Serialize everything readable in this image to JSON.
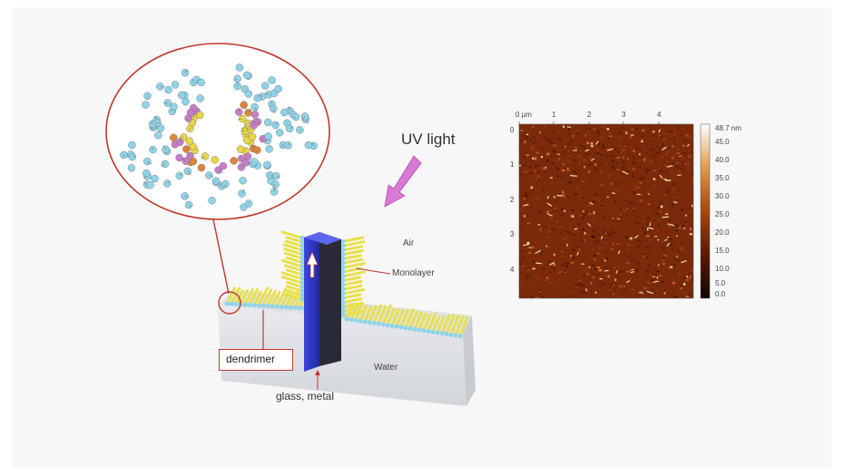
{
  "labels": {
    "uv_light": "UV light",
    "air": "Air",
    "monolayer": "Monolayer",
    "water": "Water",
    "dendrimer": "dendrimer",
    "substrate": "glass, metal"
  },
  "afm": {
    "x_ticks": [
      "0 µm",
      "1",
      "2",
      "3",
      "4"
    ],
    "y_ticks": [
      "0",
      "1",
      "2",
      "3",
      "4"
    ],
    "colorbar_ticks": [
      "48.7 nm",
      "45.0",
      "40.0",
      "35.0",
      "30.0",
      "25.0",
      "20.0",
      "15.0",
      "10.0",
      "5.0",
      "0.0"
    ]
  },
  "colors": {
    "accent_red": "#c0392b",
    "arrow_pink": "#d97ad6",
    "dendrimer_blue": "#8fd3e8",
    "monolayer_yellow": "#e8e04a",
    "substrate_blue": "#2f3fd6",
    "afm_base": "#7a2a0a"
  },
  "icons": [
    "uv-arrow-icon",
    "up-arrow-icon"
  ]
}
